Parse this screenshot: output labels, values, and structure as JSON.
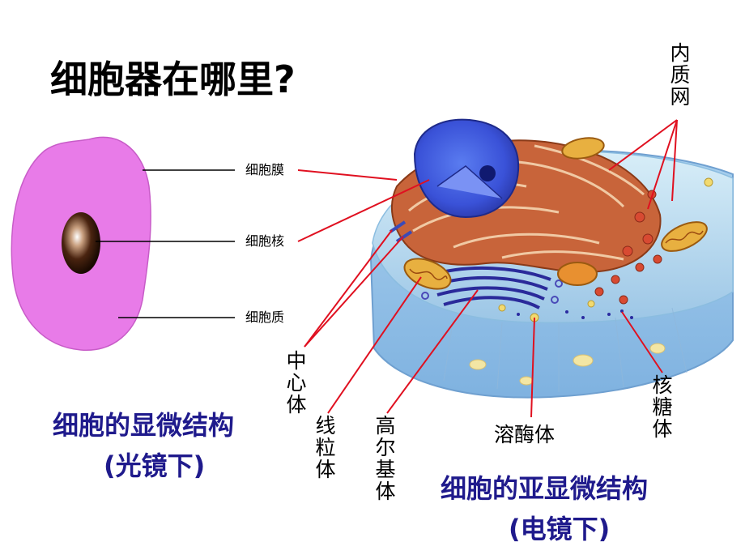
{
  "title": "细胞器在哪里?",
  "light_micro": {
    "labels": {
      "membrane": "细胞膜",
      "nucleus": "细胞核",
      "cytoplasm": "细胞质"
    },
    "caption": "细胞的显微结构",
    "caption_sub": "(光镜下)"
  },
  "electron_micro": {
    "labels": {
      "er": "内质网",
      "centriole": "中心体",
      "mitochondria": "线粒体",
      "golgi": "高尔基体",
      "lysosome": "溶酶体",
      "ribosome": "核糖体"
    },
    "caption": "细胞的亚显微结构",
    "caption_sub": "(电镜下)"
  },
  "colors": {
    "cell_fill": "#e87be8",
    "label_line_light": "#000000",
    "label_line_em": "#e01020",
    "caption": "#1f1a8c"
  }
}
